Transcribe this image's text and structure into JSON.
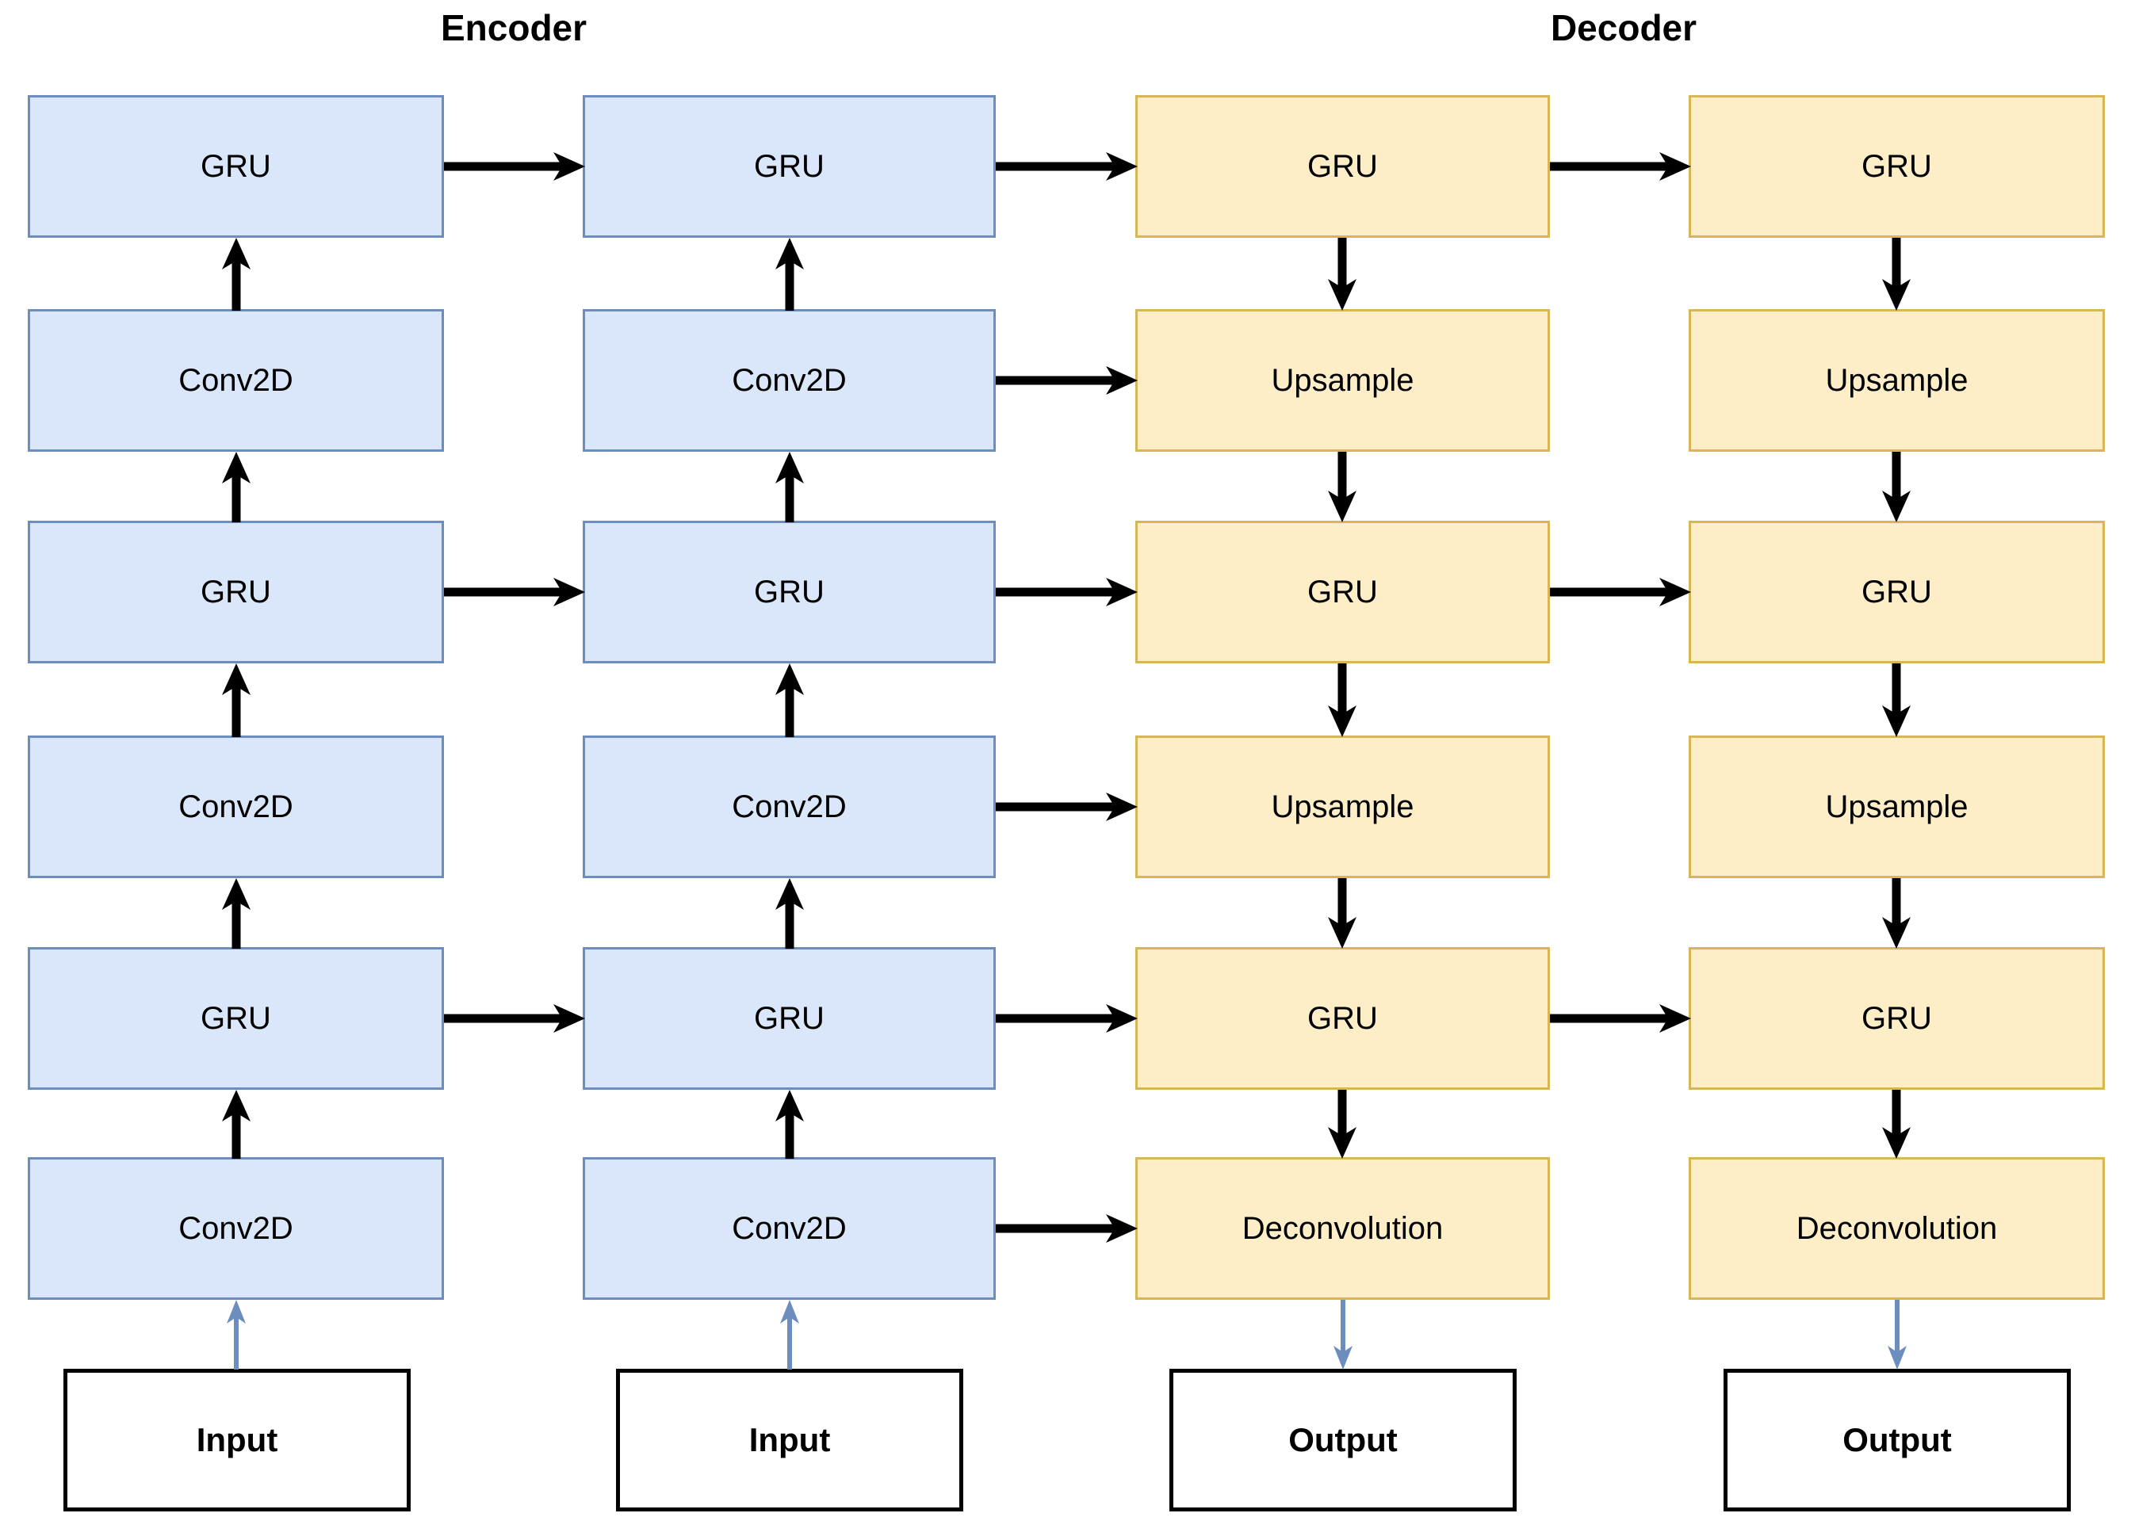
{
  "diagram": {
    "title_encoder": "Encoder",
    "title_decoder": "Decoder",
    "colors": {
      "encoder_fill": "#dae6f9",
      "encoder_stroke": "#6c8ebf",
      "decoder_fill": "#fdeec7",
      "decoder_stroke": "#d6b656",
      "io_fill": "#ffffff",
      "io_stroke": "#000000",
      "arrow_main": "#000000",
      "arrow_io": "#6c8ebf",
      "background": "#ffffff"
    },
    "columns": [
      {
        "name": "encoder-column-1",
        "group": "encoder",
        "nodes": [
          "GRU",
          "Conv2D",
          "GRU",
          "Conv2D",
          "GRU",
          "Conv2D"
        ],
        "terminal": "Input"
      },
      {
        "name": "encoder-column-2",
        "group": "encoder",
        "nodes": [
          "GRU",
          "Conv2D",
          "GRU",
          "Conv2D",
          "GRU",
          "Conv2D"
        ],
        "terminal": "Input"
      },
      {
        "name": "decoder-column-1",
        "group": "decoder",
        "nodes": [
          "GRU",
          "Upsample",
          "GRU",
          "Upsample",
          "GRU",
          "Deconvolution"
        ],
        "terminal": "Output"
      },
      {
        "name": "decoder-column-2",
        "group": "decoder",
        "nodes": [
          "GRU",
          "Upsample",
          "GRU",
          "Upsample",
          "GRU",
          "Deconvolution"
        ],
        "terminal": "Output"
      }
    ]
  }
}
